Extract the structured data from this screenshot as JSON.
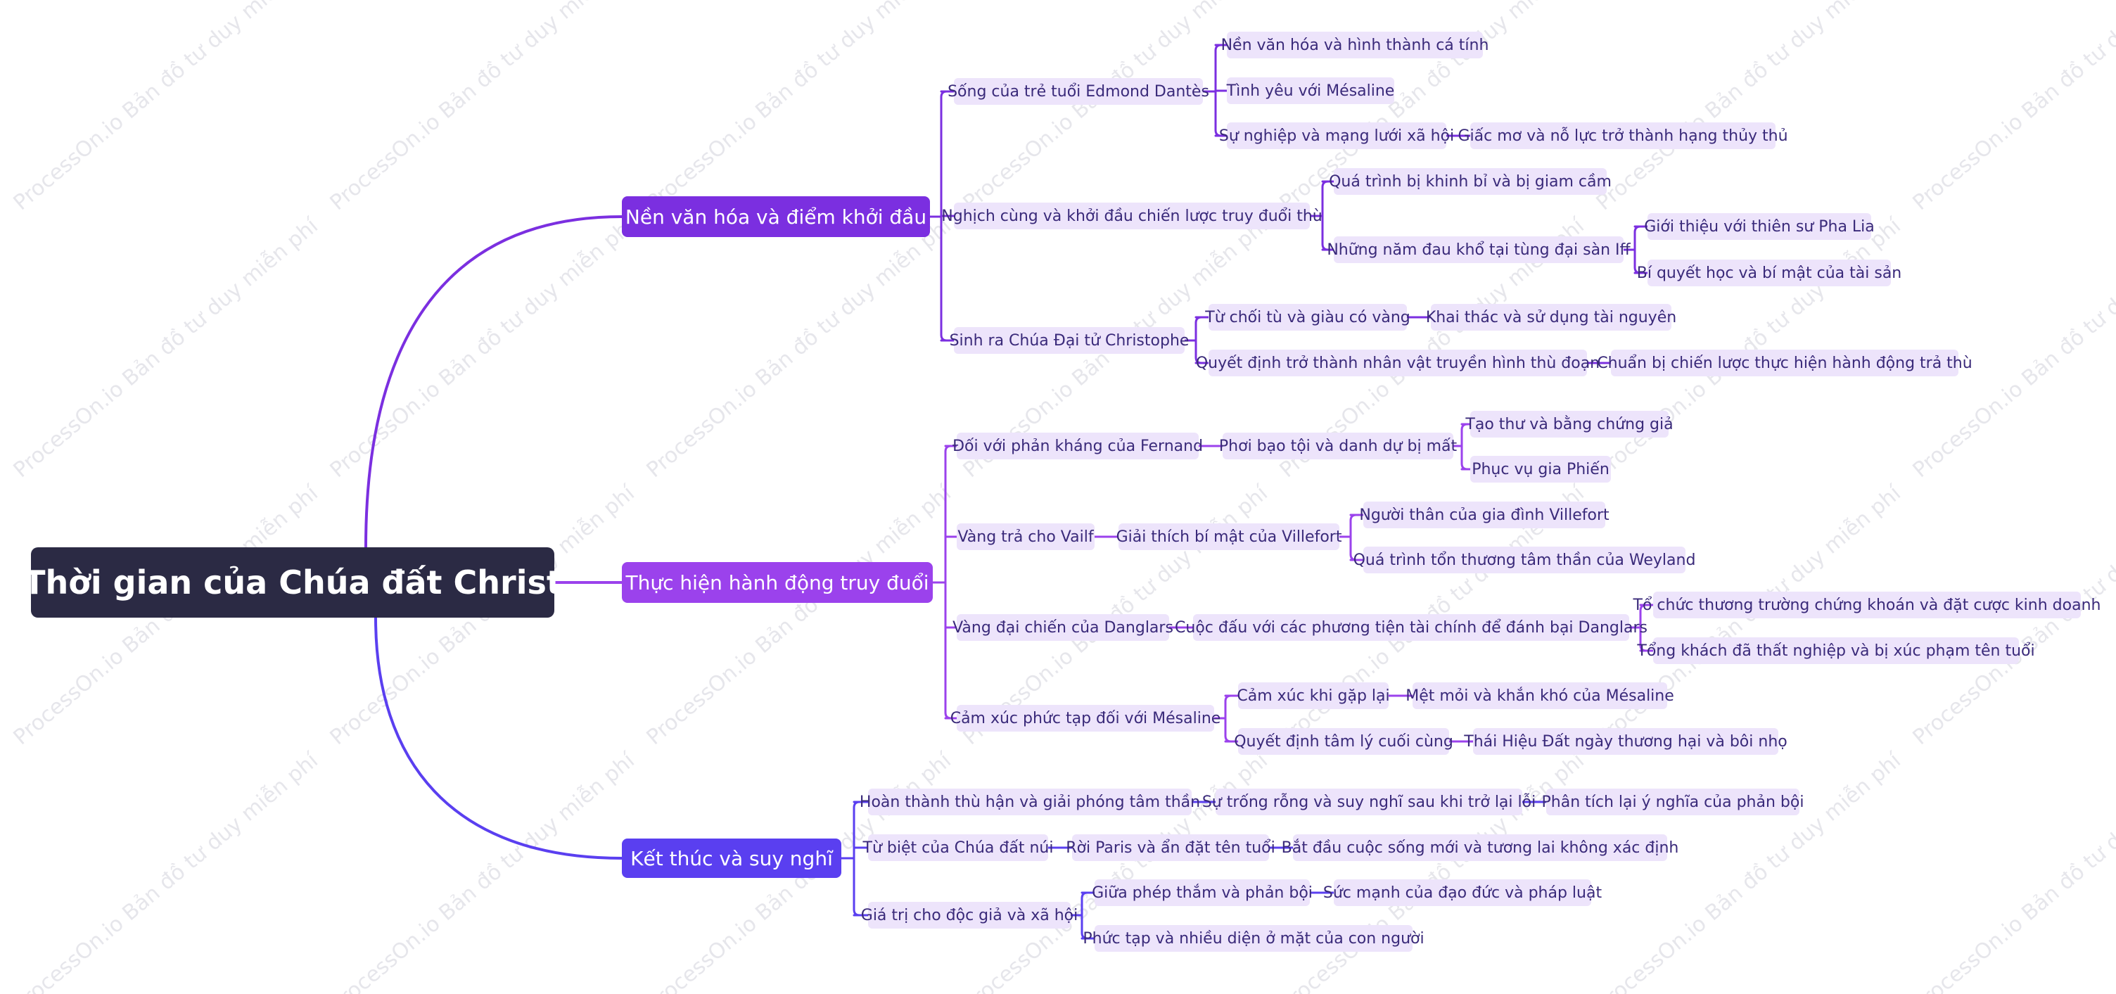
{
  "watermark": "ProcessOn.io Bản đồ tư duy miễn phí",
  "colors": {
    "root_bg": "#2b2a44",
    "branch1": "#7b2fe0",
    "branch2": "#9b42ec",
    "branch3": "#5a3ff0",
    "leaf_bg": "#ede4fb",
    "leaf_text": "#3a2a7a"
  },
  "mindmap": {
    "root": "Thời gian của Chúa đất Christ",
    "branches": [
      {
        "label": "Nền văn hóa và điểm khởi đầu",
        "children": [
          {
            "label": "Sống của trẻ tuổi Edmond Dantès",
            "children": [
              {
                "label": "Nền văn hóa và hình thành cá tính"
              },
              {
                "label": "Tình yêu với Mésaline"
              },
              {
                "label": "Sự nghiệp và mạng lưới xã hội",
                "children": [
                  {
                    "label": "Giấc mơ và nỗ lực trở thành hạng thủy thủ"
                  }
                ]
              }
            ]
          },
          {
            "label": "Nghịch cùng và khởi đầu chiến lược truy đuổi thù",
            "children": [
              {
                "label": "Quá trình bị khinh bỉ và bị giam cầm"
              },
              {
                "label": "Những năm đau khổ tại tùng đại sàn Iff",
                "children": [
                  {
                    "label": "Giới thiệu với thiên sư Pha Lia"
                  },
                  {
                    "label": "Bí quyết học và bí mật của tài sản"
                  }
                ]
              }
            ]
          },
          {
            "label": "Sinh ra Chúa Đại tử Christophe",
            "children": [
              {
                "label": "Từ chối tù và giàu có vàng",
                "children": [
                  {
                    "label": "Khai thác và sử dụng tài nguyên"
                  }
                ]
              },
              {
                "label": "Quyết định trở thành nhân vật truyền hình thù đoạn",
                "children": [
                  {
                    "label": "Chuẩn bị chiến lược thực hiện hành động trả thù"
                  }
                ]
              }
            ]
          }
        ]
      },
      {
        "label": "Thực hiện hành động truy đuổi",
        "children": [
          {
            "label": "Đối với phản kháng của Fernand",
            "children": [
              {
                "label": "Phơi bạo tội và danh dự bị mất",
                "children": [
                  {
                    "label": "Tạo thư và bằng chứng giả"
                  },
                  {
                    "label": "Phục vụ gia Phiến"
                  }
                ]
              }
            ]
          },
          {
            "label": "Vàng trả cho Vailf",
            "children": [
              {
                "label": "Giải thích bí mật của Villefort",
                "children": [
                  {
                    "label": "Người thân của gia đình Villefort"
                  },
                  {
                    "label": "Quá trình tổn thương tâm thần của Weyland"
                  }
                ]
              }
            ]
          },
          {
            "label": "Vàng đại chiến của Danglars",
            "children": [
              {
                "label": "Cuộc đấu với các phương tiện tài chính để đánh bại Danglars",
                "children": [
                  {
                    "label": "Tổ chức thương trường chứng khoán và đặt cược kinh doanh"
                  },
                  {
                    "label": "Tổng khách đã thất nghiệp và bị xúc phạm tên tuổi"
                  }
                ]
              }
            ]
          },
          {
            "label": "Cảm xúc phức tạp đối với Mésaline",
            "children": [
              {
                "label": "Cảm xúc khi gặp lại",
                "children": [
                  {
                    "label": "Mệt mỏi và khắn khó của Mésaline"
                  }
                ]
              },
              {
                "label": "Quyết định tâm lý cuối cùng",
                "children": [
                  {
                    "label": "Thái Hiệu Đất ngày thương hại và bôi nhọ"
                  }
                ]
              }
            ]
          }
        ]
      },
      {
        "label": "Kết thúc và suy nghĩ",
        "children": [
          {
            "label": "Hoàn thành thù hận và giải phóng tâm thần",
            "children": [
              {
                "label": "Sự trống rỗng và suy nghĩ sau khi trở lại lỗi",
                "children": [
                  {
                    "label": "Phân tích lại ý nghĩa của phản bội"
                  }
                ]
              }
            ]
          },
          {
            "label": "Từ biệt của Chúa đất núi",
            "children": [
              {
                "label": "Rời Paris và ẩn đặt tên tuổi",
                "children": [
                  {
                    "label": "Bắt đầu cuộc sống mới và tương lai không xác định"
                  }
                ]
              }
            ]
          },
          {
            "label": "Giá trị cho độc giả và xã hội",
            "children": [
              {
                "label": "Giữa phép thắm và phản bội",
                "children": [
                  {
                    "label": "Sức mạnh của đạo đức và pháp luật"
                  }
                ]
              },
              {
                "label": "Phức tạp và nhiều diện ở mặt của con người"
              }
            ]
          }
        ]
      }
    ]
  }
}
